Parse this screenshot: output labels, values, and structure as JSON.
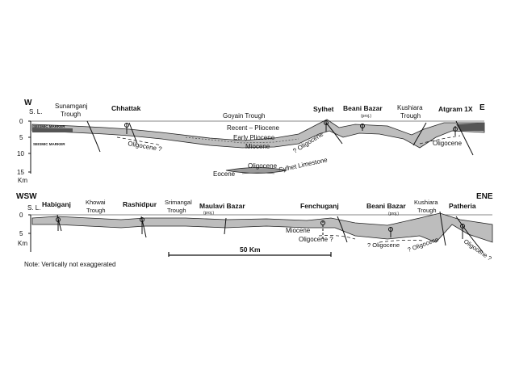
{
  "section1": {
    "west": "W",
    "east": "E",
    "sea_level": "S. L.",
    "depth_ticks": [
      "0",
      "5",
      "10",
      "15"
    ],
    "depth_unit": "Km",
    "seismic_marker_1": "SEISMIC MARKER",
    "seismic_marker_2": "SEISMIC MARKER",
    "localities": [
      {
        "name": "Sunamganj",
        "sub": "Trough",
        "bold": false
      },
      {
        "name": "Chhattak",
        "sub": "",
        "bold": true
      },
      {
        "name": "Goyain  Trough",
        "sub": "",
        "bold": false
      },
      {
        "name": "Sylhet",
        "sub": "",
        "bold": true
      },
      {
        "name": "Beani Bazar",
        "sub": "(proj.)",
        "bold": true
      },
      {
        "name": "Kushiara",
        "sub": "Trough",
        "bold": false
      },
      {
        "name": "Atgram 1X",
        "sub": "",
        "bold": true
      }
    ],
    "units": {
      "recent_pliocene": "Recent – Pliocene",
      "early_pliocene": "Early  Pliocene",
      "miocene": "Miocene",
      "oligocene_a": "Oligocene ?",
      "oligocene_b": "? Oligocene",
      "oligocene_c": "Oligocene",
      "oligocene_lower": "Oligocene",
      "eocene": "Eocene",
      "sylhet_limestone": "Sylhet Limestone"
    }
  },
  "section2": {
    "west": "WSW",
    "east": "ENE",
    "sea_level": "S. L.",
    "depth_ticks": [
      "0",
      "5"
    ],
    "depth_unit": "Km",
    "localities": [
      {
        "name": "Habiganj",
        "sub": "",
        "bold": true
      },
      {
        "name": "Khowai",
        "sub": "Trough",
        "bold": false
      },
      {
        "name": "Rashidpur",
        "sub": "",
        "bold": true
      },
      {
        "name": "Srimangal",
        "sub": "Trough",
        "bold": false
      },
      {
        "name": "Maulavi Bazar",
        "sub": "(proj.)",
        "bold": true
      },
      {
        "name": "Fenchuganj",
        "sub": "",
        "bold": true
      },
      {
        "name": "Beani Bazar",
        "sub": "(proj.)",
        "bold": true
      },
      {
        "name": "Kushiara",
        "sub": "Trough",
        "bold": false
      },
      {
        "name": "Patheria",
        "sub": "",
        "bold": true
      }
    ],
    "units": {
      "miocene": "Miocene",
      "oligocene_a": "Oligocene ?",
      "oligocene_b": "? Oligocene",
      "oligocene_c": "? Oligocene",
      "oligocene_d": "Oligocene ?"
    },
    "scale_bar": "50  Km"
  },
  "note": "Note: Vertically not exaggerated"
}
